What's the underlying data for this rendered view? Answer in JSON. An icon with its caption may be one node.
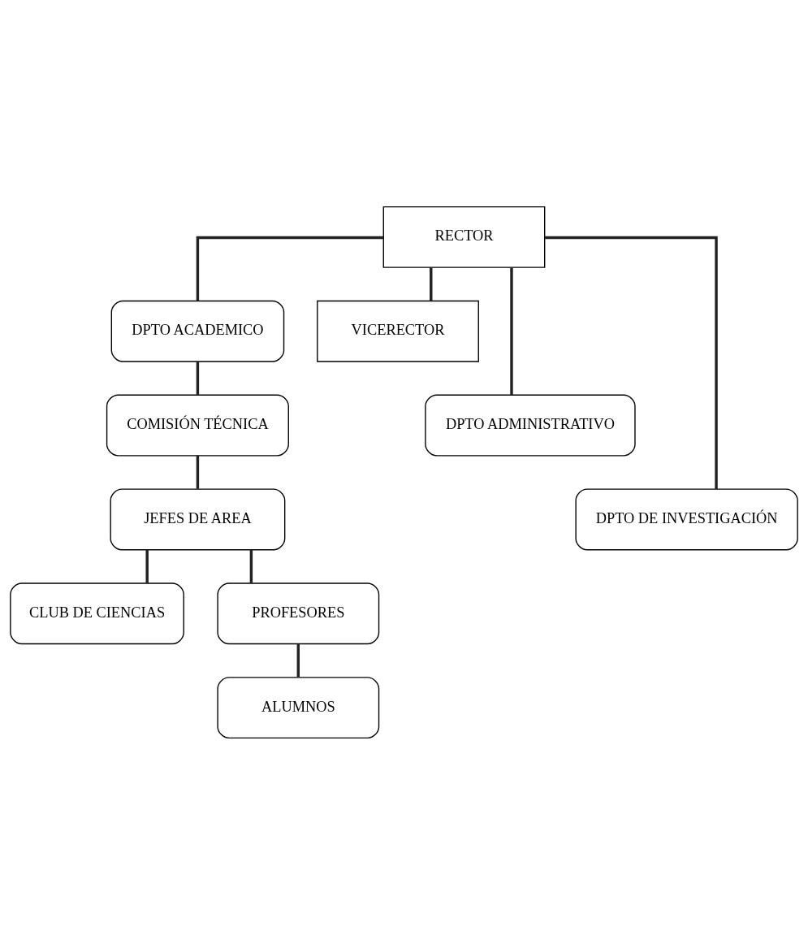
{
  "diagram": {
    "nodes": [
      {
        "text": [
          "RECTOR"
        ]
      },
      {
        "text": [
          "DPTO ACADEMICO"
        ]
      },
      {
        "text": [
          "VICERECTOR"
        ]
      },
      {
        "text": [
          "COMISIÓN TÉCNICA"
        ]
      },
      {
        "text": [
          "DPTO ADMINISTRATIVO"
        ]
      },
      {
        "text": [
          "JEFES DE AREA"
        ]
      },
      {
        "text": [
          "DPTO DE INVESTIGACIÓN"
        ]
      },
      {
        "text": [
          "CLUB DE CIENCIAS"
        ]
      },
      {
        "text": [
          "PROFESORES"
        ]
      },
      {
        "text": [
          "ALUMNOS"
        ]
      }
    ],
    "edges": [
      {
        "from": 0,
        "to": 1,
        "arrow": "none"
      },
      {
        "from": 0,
        "to": 2,
        "arrow": "none"
      },
      {
        "from": 0,
        "to": 4,
        "arrow": "none"
      },
      {
        "from": 0,
        "to": 6,
        "arrow": "none"
      },
      {
        "from": 1,
        "to": 3,
        "arrow": "none"
      },
      {
        "from": 3,
        "to": 5,
        "arrow": "none"
      },
      {
        "from": 5,
        "to": 7,
        "arrow": "none"
      },
      {
        "from": 5,
        "to": 8,
        "arrow": "none"
      },
      {
        "from": 8,
        "to": 9,
        "arrow": "none"
      }
    ]
  }
}
